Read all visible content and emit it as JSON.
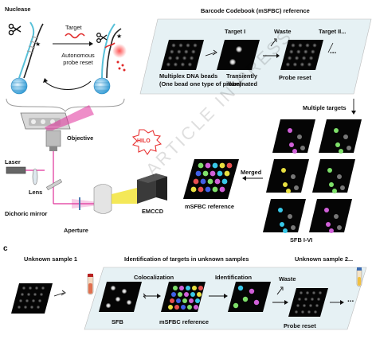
{
  "panel_b": {
    "nuclease": "Nuclease",
    "target": "Target",
    "autonomous": "Autonomous",
    "probe_reset": "probe reset",
    "barcode_title": "Barcode  Codebook (mSFBC) reference",
    "target_i": "Target I",
    "waste": "Waste",
    "target_ii": "Target II...",
    "ellipsis": "...",
    "multiplex_1": "Multiplex DNA beads",
    "multiplex_2": "(One bead one type of probe)",
    "transiently_1": "Transiently",
    "transiently_2": "illuminated",
    "probe_reset_label": "Probe reset",
    "multiple_targets": "Multiple targets",
    "hilo": "HILO",
    "objective": "Objective",
    "laser": "Laser",
    "lens": "Lens",
    "dichoric": "Dichoric mirror",
    "aperture": "Aperture",
    "emccd": "EMCCD",
    "merged": "Merged",
    "msfbc_reference": "mSFBC reference",
    "sfb_range": "SFB I-VI"
  },
  "panel_c": {
    "letter": "c",
    "unknown_1": "Unknown sample 1",
    "identification_title": "Identification of targets in unknown samples",
    "unknown_2": "Unknown sample 2...",
    "colocalization": "Colocalization",
    "identification": "Identification",
    "waste": "Waste",
    "sfb": "SFB",
    "msfbc_reference": "mSFBC reference",
    "probe_reset": "Probe reset",
    "ellipsis": "..."
  },
  "watermark": "ARTICLE IN PRESS",
  "colors": {
    "panel_fill": "#e6f1f4",
    "bead_green": "#7ee06a",
    "bead_magenta": "#d060d8",
    "bead_cyan": "#38c8e8",
    "bead_yellow": "#e8e040",
    "bead_red": "#e85050",
    "bead_blue": "#4060e8",
    "laser_pink": "#e0309a",
    "hilo_red": "#e83030"
  }
}
